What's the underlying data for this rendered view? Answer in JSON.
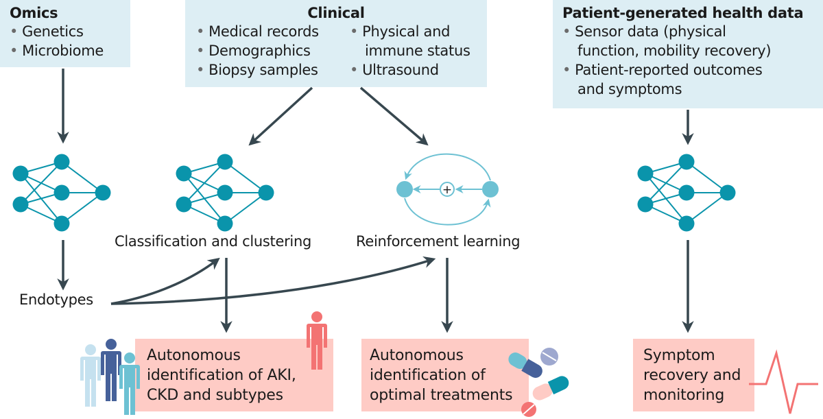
{
  "colors": {
    "source_box_bg": "#ddeef4",
    "outcome_box_bg": "#fecbc5",
    "arrow": "#37474f",
    "network_node": "#0a94ab",
    "rl_node": "#6dc1d3",
    "person_light": "#c5e1ef",
    "person_dark": "#46619a",
    "person_teal": "#6dc1d3",
    "person_red": "#f37373",
    "pulse": "#f37373"
  },
  "sources": {
    "omics": {
      "title": "Omics",
      "items": [
        "Genetics",
        "Microbiome"
      ]
    },
    "clinical": {
      "title": "Clinical",
      "col1": [
        "Medical records",
        "Demographics",
        "Biopsy samples"
      ],
      "col2": [
        "Physical and",
        "immune status",
        "Ultrasound"
      ]
    },
    "pghd": {
      "title": "Patient-generated health data",
      "items": [
        [
          "Sensor data (physical",
          "function, mobility recovery)"
        ],
        [
          "Patient-reported outcomes",
          "and symptoms"
        ]
      ]
    }
  },
  "methods": {
    "classification": "Classification and clustering",
    "reinforcement": "Reinforcement learning",
    "endotypes": "Endotypes",
    "rl_operator": "+"
  },
  "outcomes": {
    "aki": [
      "Autonomous",
      "identification of AKI,",
      "CKD and subtypes"
    ],
    "treatments": [
      "Autonomous",
      "identification of",
      "optimal treatments"
    ],
    "symptom": [
      "Symptom",
      "recovery and",
      "monitoring"
    ]
  },
  "icons": {
    "people": "people-group-icon",
    "person": "person-icon",
    "pills": "pills-icon",
    "pulse": "heartbeat-pulse-icon",
    "network": "neural-network-icon",
    "rl": "reinforcement-loop-icon"
  }
}
